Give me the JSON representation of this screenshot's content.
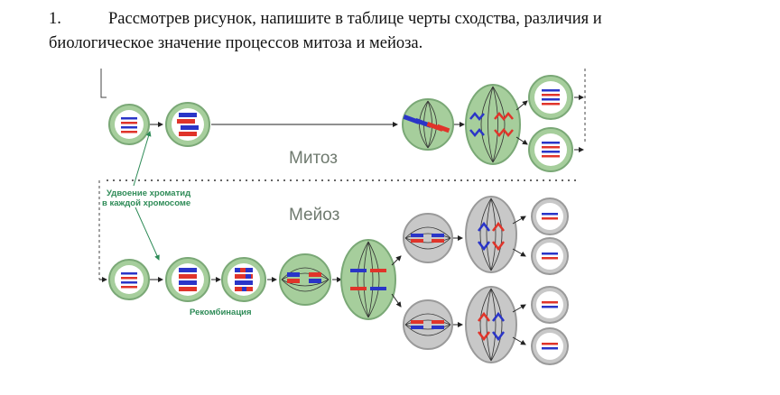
{
  "task": {
    "number": "1.",
    "line1": "Рассмотрев рисунок, напишите в таблице черты сходства, различия и",
    "line2": "биологическое значение процессов митоза и мейоза."
  },
  "figure": {
    "mitosis_label": "Митоз",
    "meiosis_label": "Мейоз",
    "duplication_label_line1": "Удвоение хроматид",
    "duplication_label_line2": "в каждой хромосоме",
    "recombination_label": "Рекомбинация",
    "colors": {
      "mitosis_cell_fill": "#a6ce9c",
      "mitosis_cell_stroke": "#7aa876",
      "meiosis_cell_fill": "#c8c8c8",
      "meiosis_cell_stroke": "#9a9a9a",
      "chromosome_blue": "#2a35c8",
      "chromosome_red": "#e0342a",
      "label_green": "#2e8b57",
      "title_gray": "#6f7a6f"
    }
  }
}
